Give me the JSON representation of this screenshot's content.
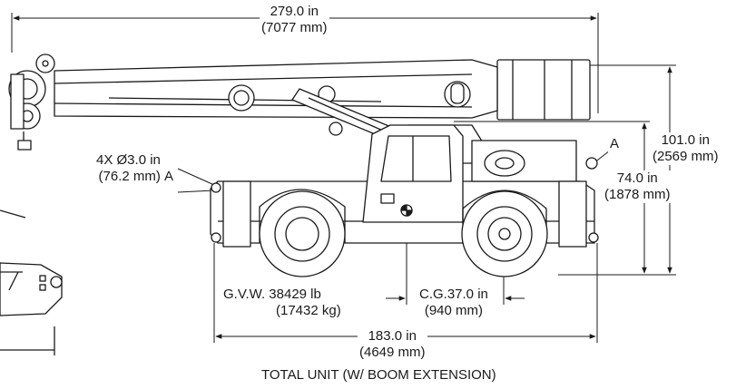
{
  "dimensions": {
    "overall_length_in": "279.0 in",
    "overall_length_mm": "(7077 mm)",
    "overall_height_in": "101.0 in",
    "overall_height_mm": "(2569 mm)",
    "cab_height_in": "74.0 in",
    "cab_height_mm": "(1878 mm)",
    "wheelbase_in": "183.0 in",
    "wheelbase_mm": "(4649 mm)",
    "cg_in": "C.G.37.0 in",
    "cg_mm": "(940 mm)",
    "tiedown_in": "4X Ø3.0 in",
    "tiedown_mm": "(76.2 mm)",
    "tiedown_ref_front": "A",
    "tiedown_ref_rear": "A"
  },
  "weight": {
    "gvw_lb": "G.V.W.  38429 lb",
    "gvw_kg": "(17432 kg)"
  },
  "caption": "TOTAL UNIT (W/ BOOM EXTENSION)"
}
